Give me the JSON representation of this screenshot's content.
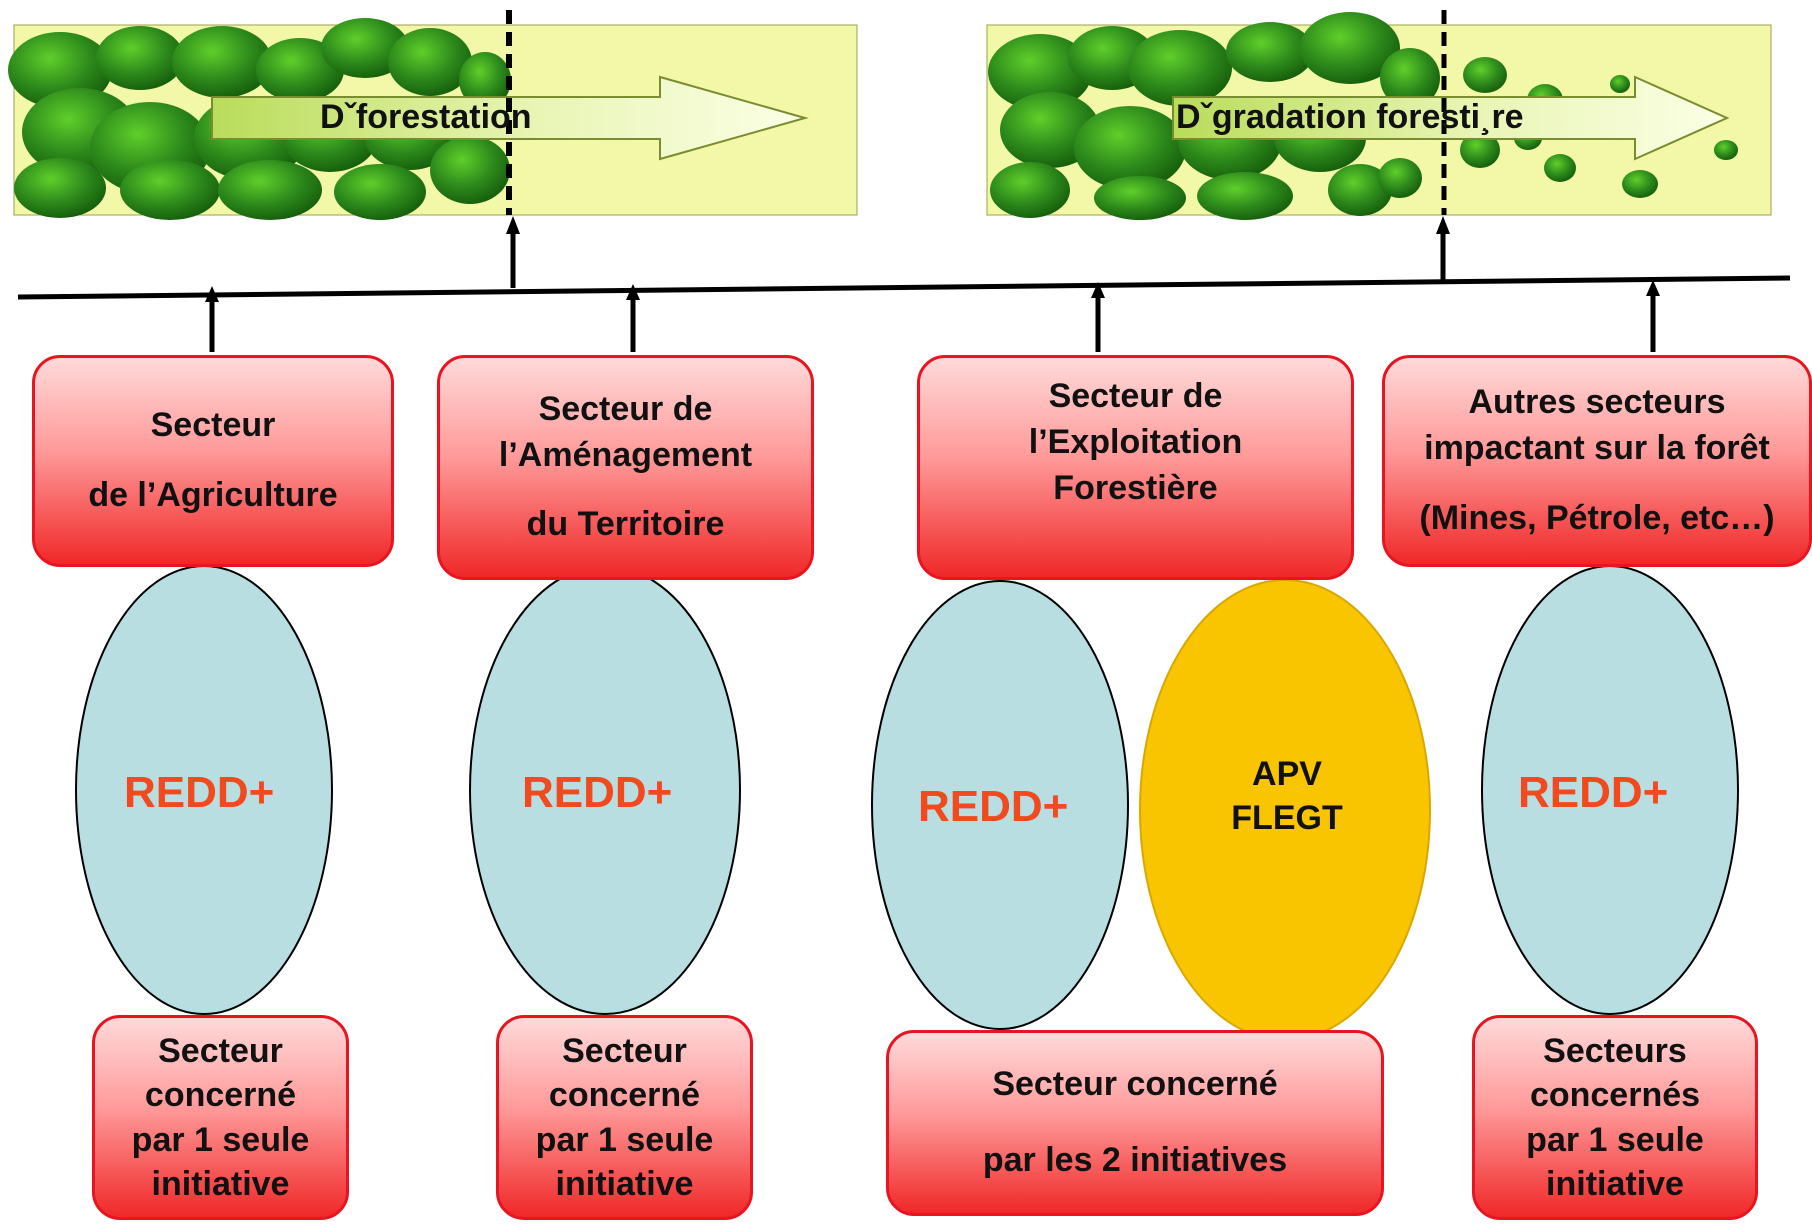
{
  "banners": {
    "left_label": "Dˇforestation",
    "right_label": "Dˇgradation foresti¸re",
    "colors": {
      "panel": "#f3f7a8",
      "tree": "#2e8b1c",
      "arrow": "#c6e56a"
    }
  },
  "sectors": {
    "agriculture": {
      "line1": "Secteur",
      "line2": "de l’Agriculture"
    },
    "amenagement": {
      "line1": "Secteur de",
      "line2": "l’Aménagement",
      "line3": "du Territoire"
    },
    "exploitation": {
      "line1": "Secteur de",
      "line2": "l’Exploitation",
      "line3": "Forestière"
    },
    "autres": {
      "line1": "Autres secteurs",
      "line2": "impactant sur la forêt",
      "line3": "(Mines, Pétrole, etc…)"
    }
  },
  "initiatives": {
    "redd": "REDD+",
    "apv_line1": "APV",
    "apv_line2": "FLEGT",
    "colors": {
      "redd_fill": "#b8dee2",
      "apv_fill": "#f9c400",
      "redd_text": "#f04a1e"
    }
  },
  "bottom": {
    "b1": {
      "line1": "Secteur",
      "line2": "concerné",
      "line3": "par 1 seule",
      "line4": "initiative"
    },
    "b2": {
      "line1": "Secteur",
      "line2": "concerné",
      "line3": "par 1 seule",
      "line4": "initiative"
    },
    "b3": {
      "line1": "Secteur concerné",
      "line2": "par les 2 initiatives"
    },
    "b4": {
      "line1": "Secteurs",
      "line2": "concernés",
      "line3": "par 1 seule",
      "line4": "initiative"
    }
  }
}
